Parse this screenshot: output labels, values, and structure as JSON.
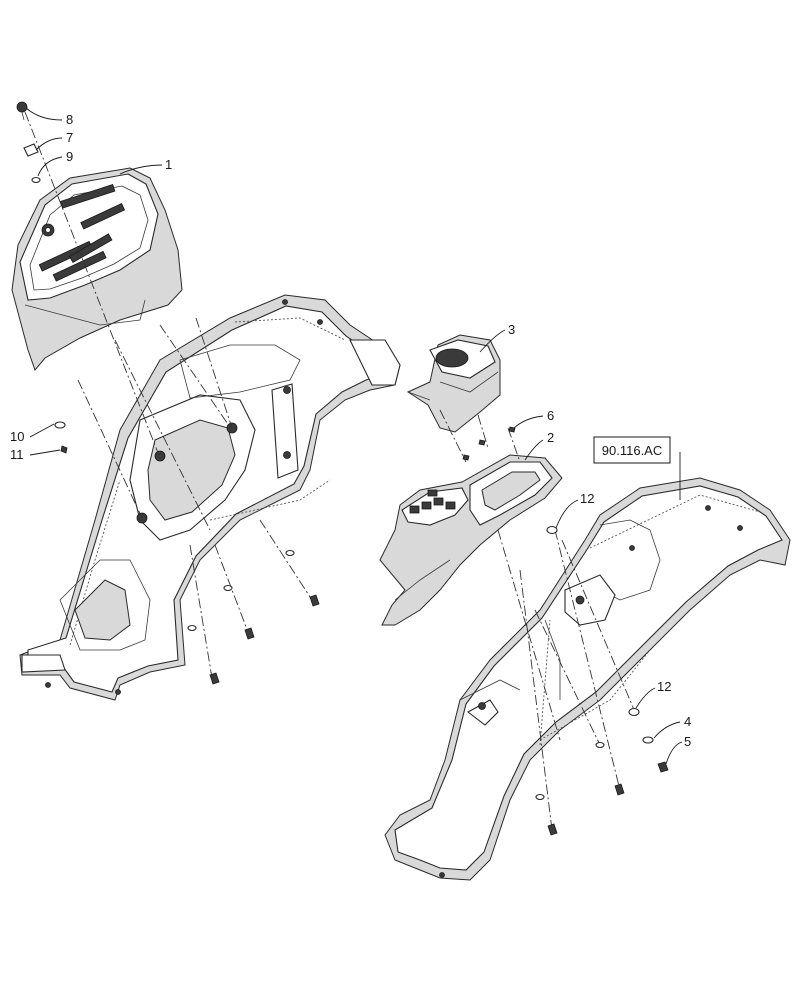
{
  "diagram": {
    "reference_label": "90.116.AC",
    "callouts": [
      "1",
      "2",
      "3",
      "4",
      "5",
      "6",
      "7",
      "8",
      "9",
      "10",
      "11",
      "12",
      "12"
    ]
  }
}
